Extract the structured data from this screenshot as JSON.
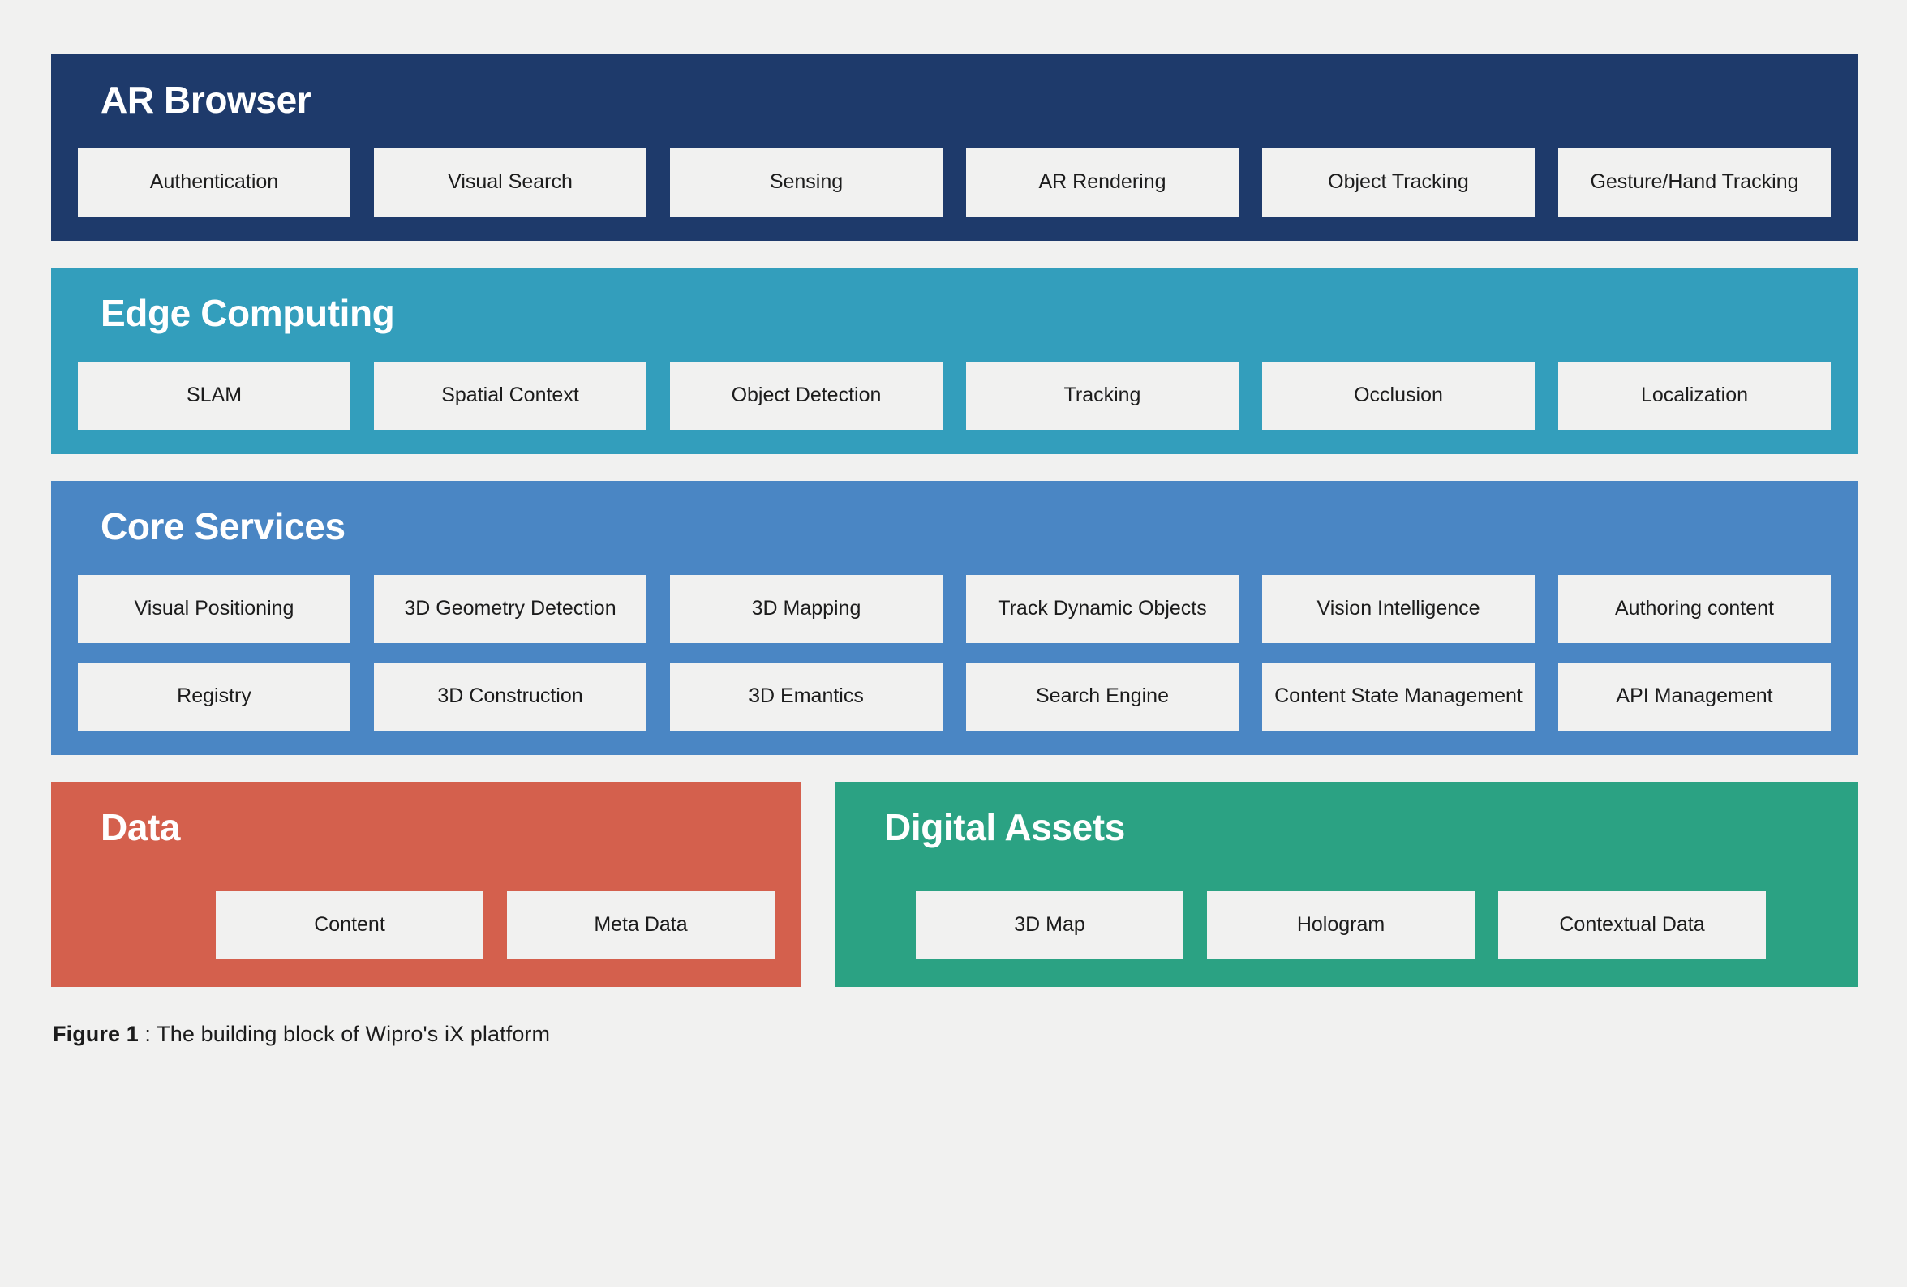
{
  "figure": {
    "caption_label": "Figure 1",
    "caption_separator": " : ",
    "caption_text": "The building block of Wipro's iX platform"
  },
  "colors": {
    "page_background": "#f1f1f0",
    "ar_browser": "#1e3a6b",
    "edge_computing": "#339ebc",
    "core_services": "#4a86c4",
    "data": "#d4604d",
    "digital_assets": "#2ba283",
    "cell_background": "#f1f1f0",
    "cell_text": "#1c1c1c",
    "band_title_text": "#ffffff"
  },
  "bands": [
    {
      "id": "ar-browser",
      "title": "AR Browser",
      "rows": [
        [
          "Authentication",
          "Visual Search",
          "Sensing",
          "AR Rendering",
          "Object Tracking",
          "Gesture/Hand Tracking"
        ]
      ]
    },
    {
      "id": "edge-computing",
      "title": "Edge Computing",
      "rows": [
        [
          "SLAM",
          "Spatial Context",
          "Object Detection",
          "Tracking",
          "Occlusion",
          "Localization"
        ]
      ]
    },
    {
      "id": "core-services",
      "title": "Core Services",
      "rows": [
        [
          "Visual Positioning",
          "3D Geometry Detection",
          "3D Mapping",
          "Track Dynamic Objects",
          "Vision Intelligence",
          "Authoring content"
        ],
        [
          "Registry",
          "3D Construction",
          "3D Emantics",
          "Search Engine",
          "Content State Management",
          "API Management"
        ]
      ]
    }
  ],
  "panels": [
    {
      "id": "data",
      "title": "Data",
      "cells": [
        "Content",
        "Meta Data"
      ]
    },
    {
      "id": "digital-assets",
      "title": "Digital Assets",
      "cells": [
        "3D Map",
        "Hologram",
        "Contextual Data"
      ]
    }
  ]
}
